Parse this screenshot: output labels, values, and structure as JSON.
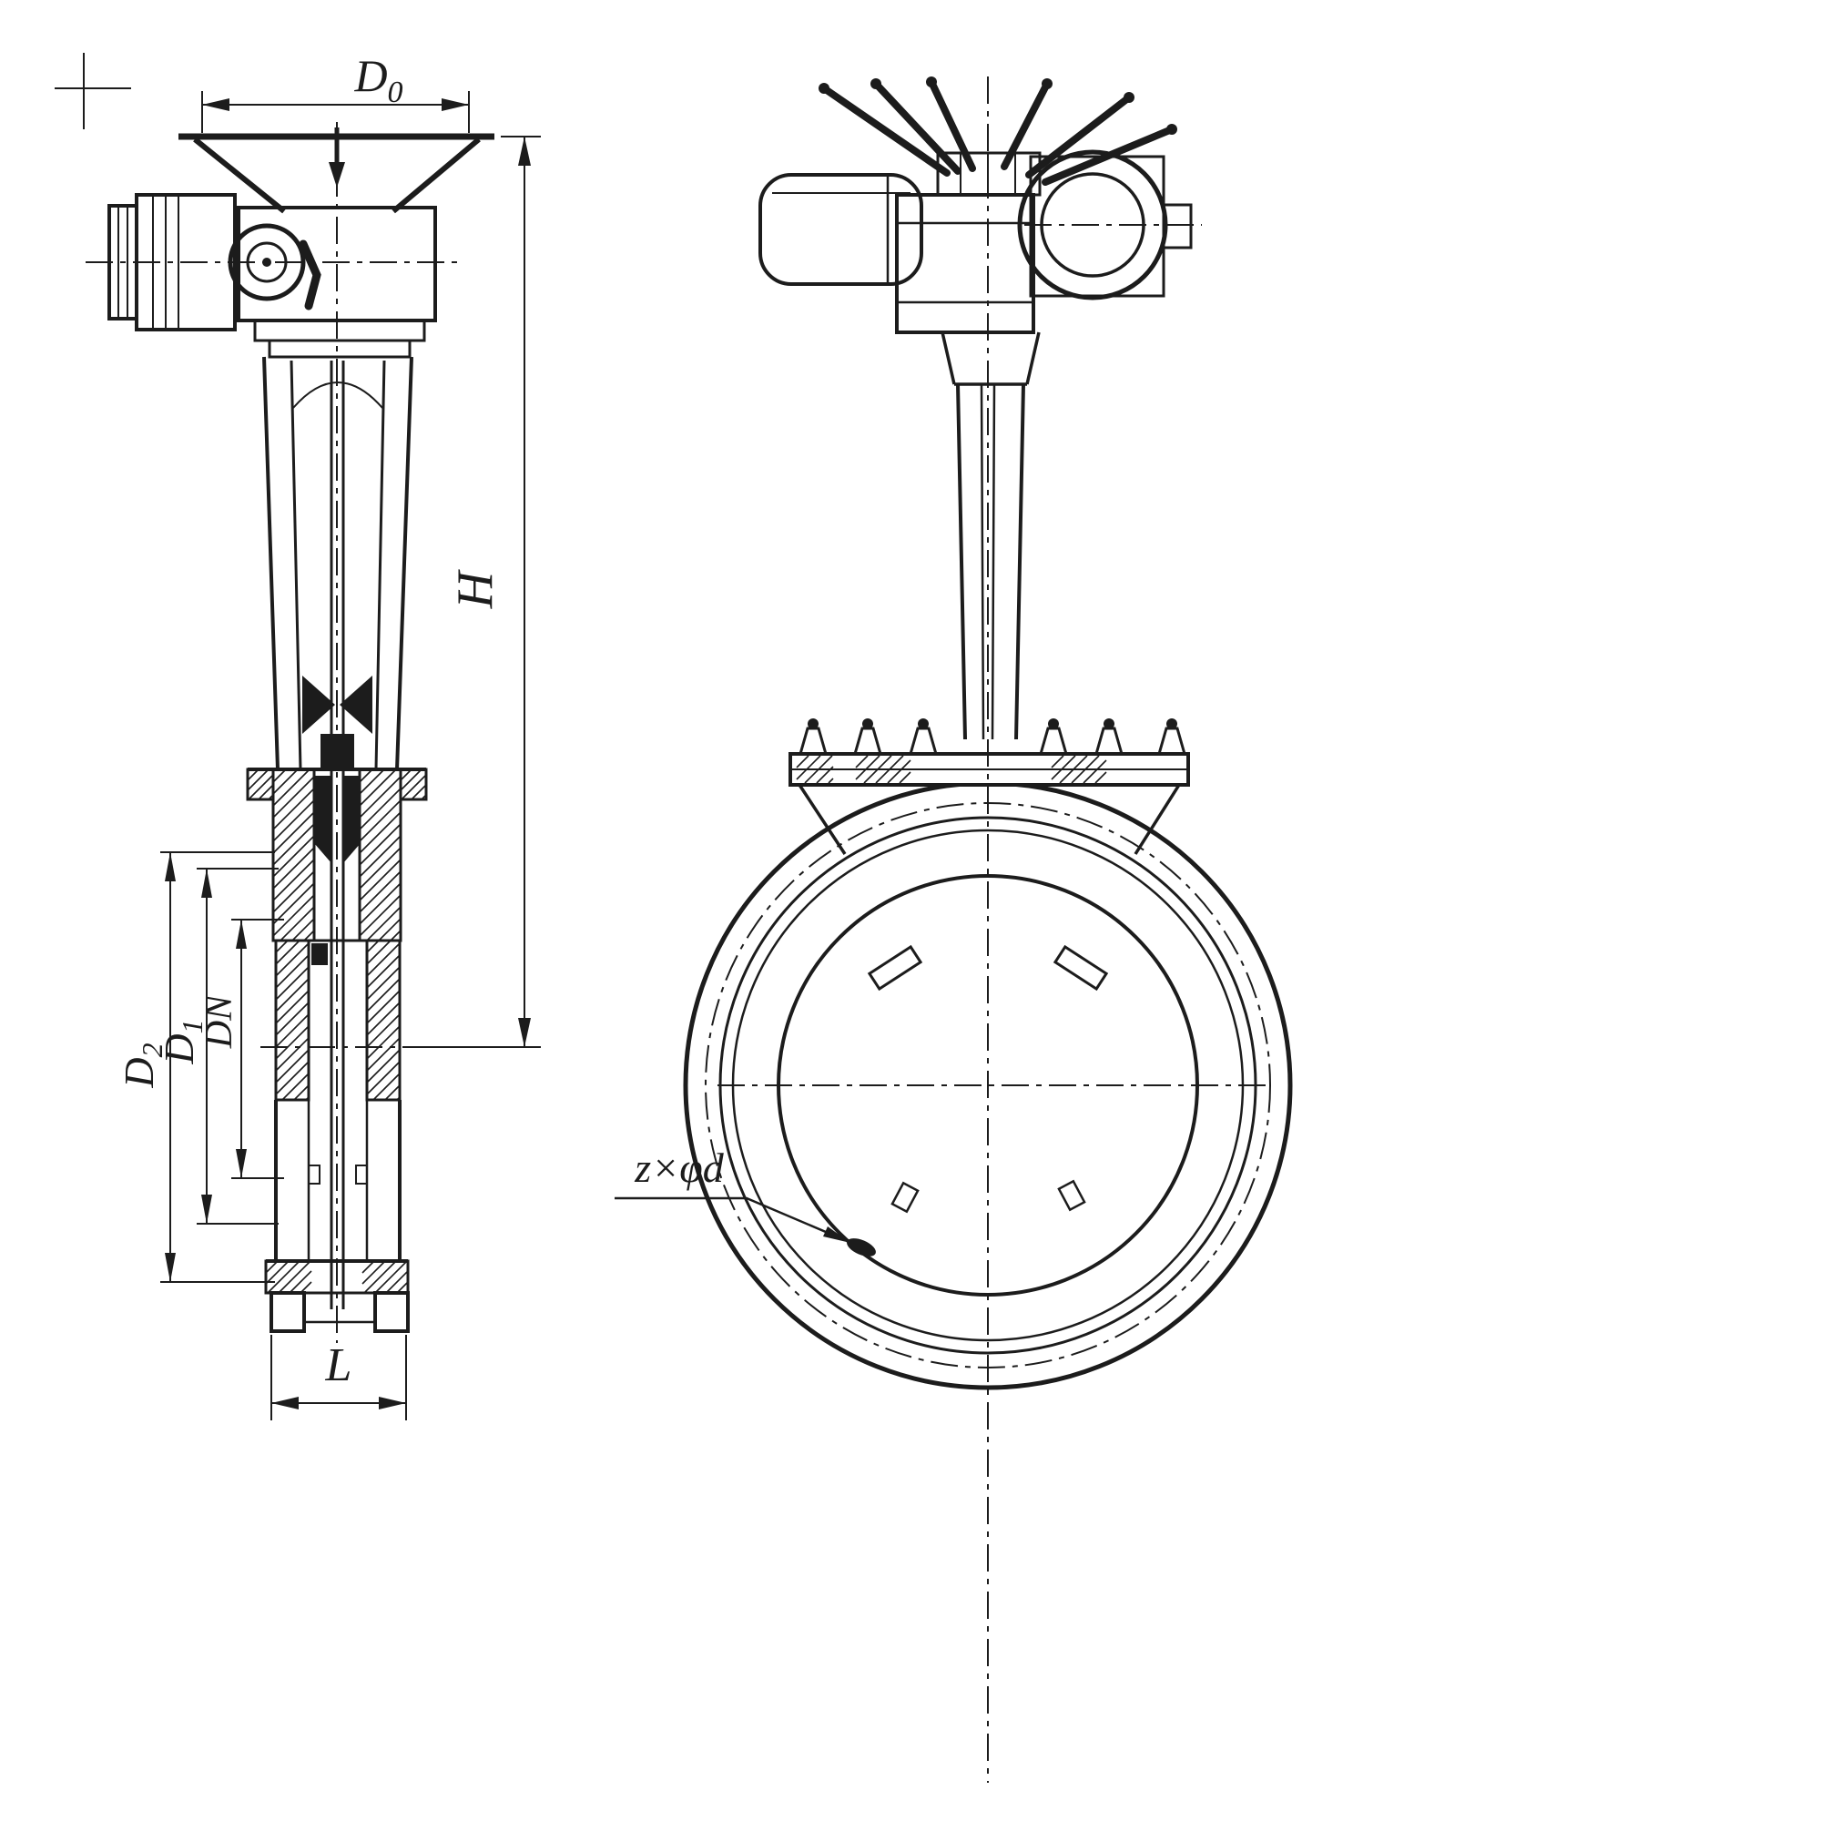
{
  "colors": {
    "ink": "#1c1c1c",
    "paper": "#ffffff"
  },
  "labels": {
    "d0": {
      "base": "D",
      "sub": "0"
    },
    "h": "H",
    "d2": {
      "base": "D",
      "sub": "2"
    },
    "d1": {
      "base": "D",
      "sub": "1"
    },
    "dn": "DN",
    "l": "L",
    "bolt_spec": "z×φd"
  }
}
